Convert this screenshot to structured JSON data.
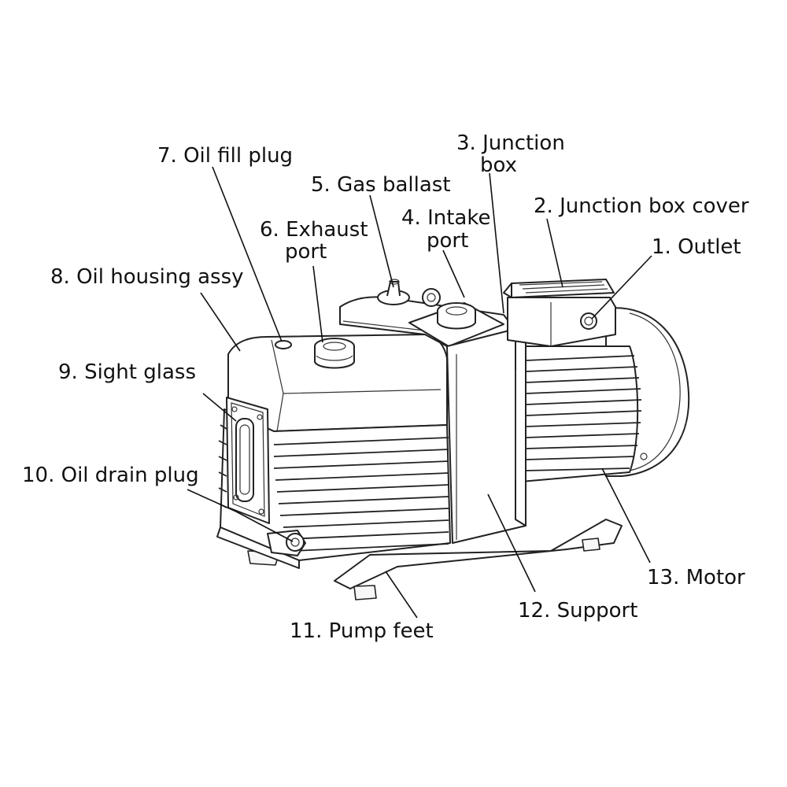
{
  "labels": {
    "l1": "1. Outlet",
    "l2": "2. Junction box cover",
    "l3a": "3. Junction",
    "l3b": "box",
    "l4a": "4. Intake",
    "l4b": "port",
    "l5": "5. Gas ballast",
    "l6a": "6. Exhaust",
    "l6b": "port",
    "l7": "7. Oil fill plug",
    "l8": "8. Oil housing assy",
    "l9": "9. Sight glass",
    "l10": "10. Oil drain plug",
    "l11": "11. Pump feet",
    "l12": "12. Support",
    "l13": "13. Motor"
  }
}
